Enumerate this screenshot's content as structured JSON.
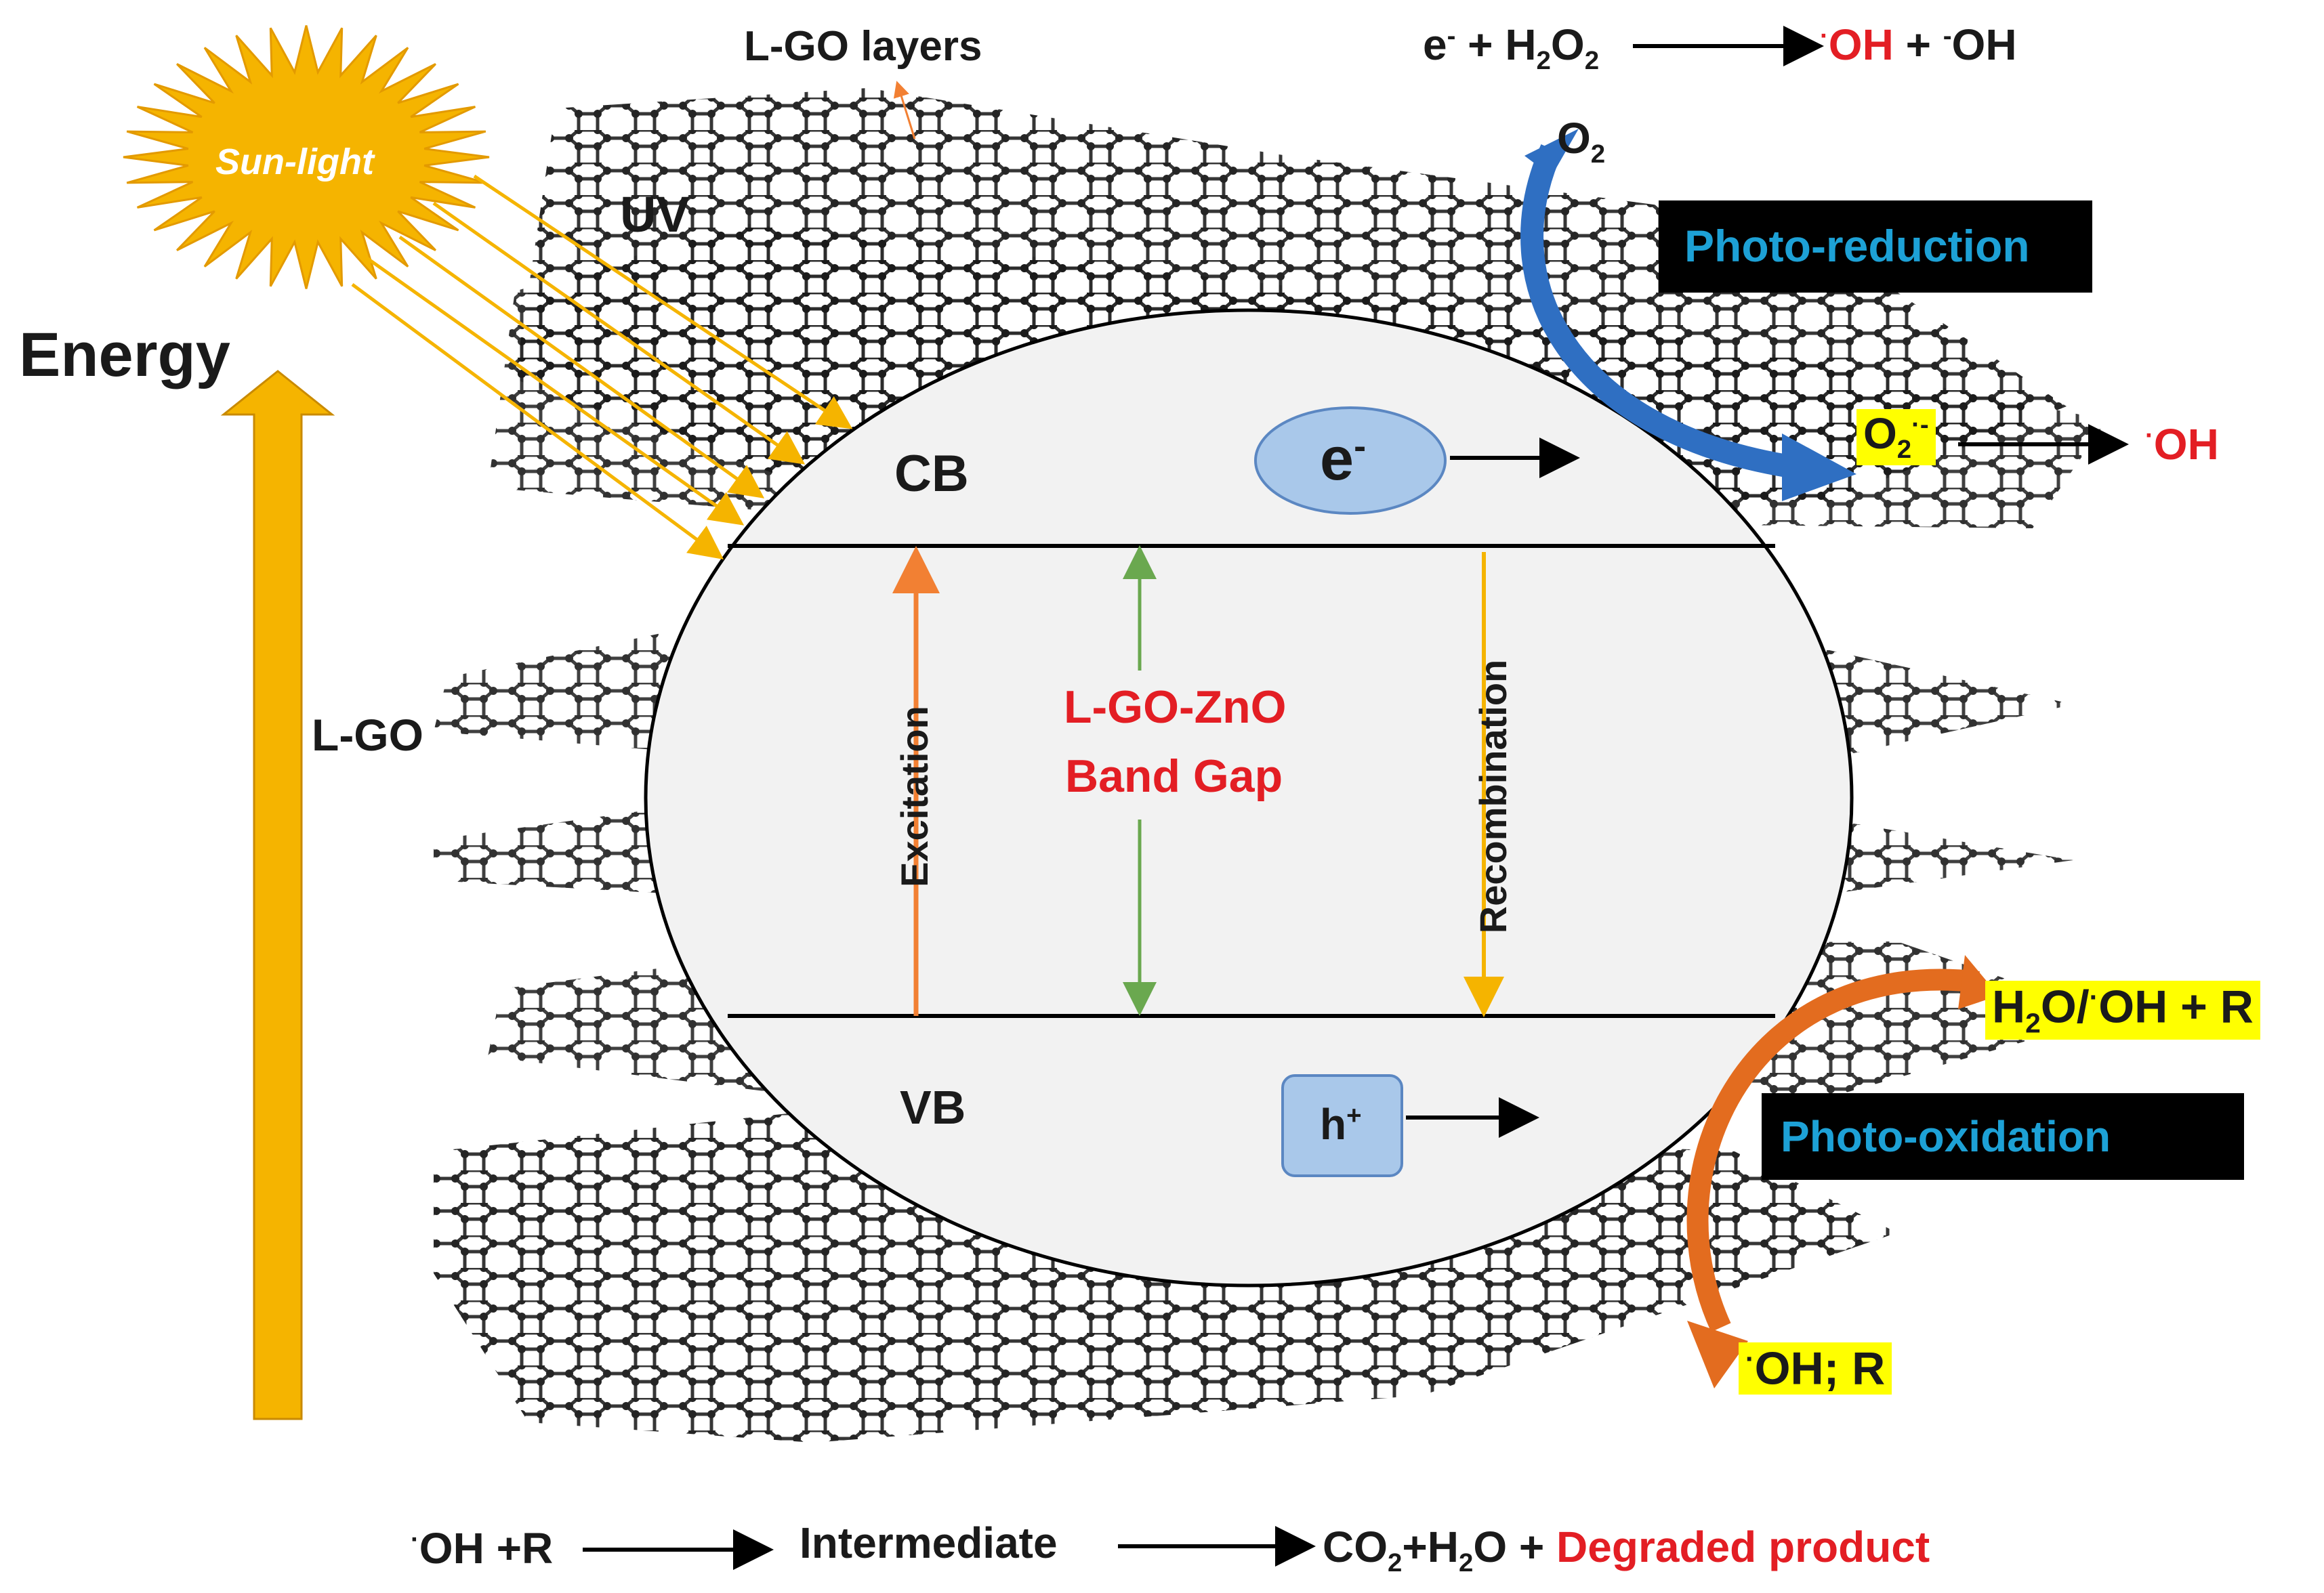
{
  "labels": {
    "sun": "Sun-light",
    "uv": "UV",
    "lgo_layers": "L-GO layers",
    "energy": "Energy",
    "lgo": "L-GO",
    "cb": "CB",
    "vb": "VB",
    "electron": "e",
    "electron_sup": "-",
    "hole": "h",
    "hole_sup": "+",
    "excitation": "Excitation",
    "recombination": "Recombination",
    "band_gap_line1": "L-GO-ZnO",
    "band_gap_line2": "Band Gap",
    "photo_reduction": "Photo-reduction",
    "photo_oxidation": "Photo-oxidation"
  },
  "reactions": {
    "top": {
      "e": "e",
      "e_sup": "-",
      "plus1": " + H",
      "h_sub": "2",
      "o": "O",
      "o_sub": "2",
      "oh_radical_dot": "·",
      "oh_radical": "OH",
      "plus2": " + ",
      "oh_minus_sup": "-",
      "oh_minus": "OH"
    },
    "o2_in": {
      "o": "O",
      "sub": "2"
    },
    "superoxide": {
      "o": "O",
      "sub": "2",
      "sup": "·-"
    },
    "superoxide_product": {
      "dot": "·",
      "oh": "OH"
    },
    "h2o_oh_r": {
      "h": "H",
      "sub": "2",
      "rest": "O/",
      "dot": "·",
      "tail": "OH + R"
    },
    "oh_r": {
      "dot": "·",
      "tail": "OH; R"
    },
    "bottom": {
      "dot": "·",
      "oh_r": "OH +R",
      "intermediate": "Intermediate",
      "c": "CO",
      "c_sub": "2",
      "plus_h": "+H",
      "h_sub": "2",
      "o_plus": "O + ",
      "degraded": "Degraded product"
    }
  },
  "colors": {
    "energy_arrow": "#f5b400",
    "sun": "#f5b400",
    "excitation_arrow": "#f28033",
    "band_gap_arrow": "#6aa84f",
    "recombination_arrow": "#f5b400",
    "reduction_arrow": "#2f6fc2",
    "oxidation_arrow": "#e36c1f",
    "highlight": "#ffff00",
    "red_text": "#e31e24",
    "blue_text": "#1da1d6"
  }
}
